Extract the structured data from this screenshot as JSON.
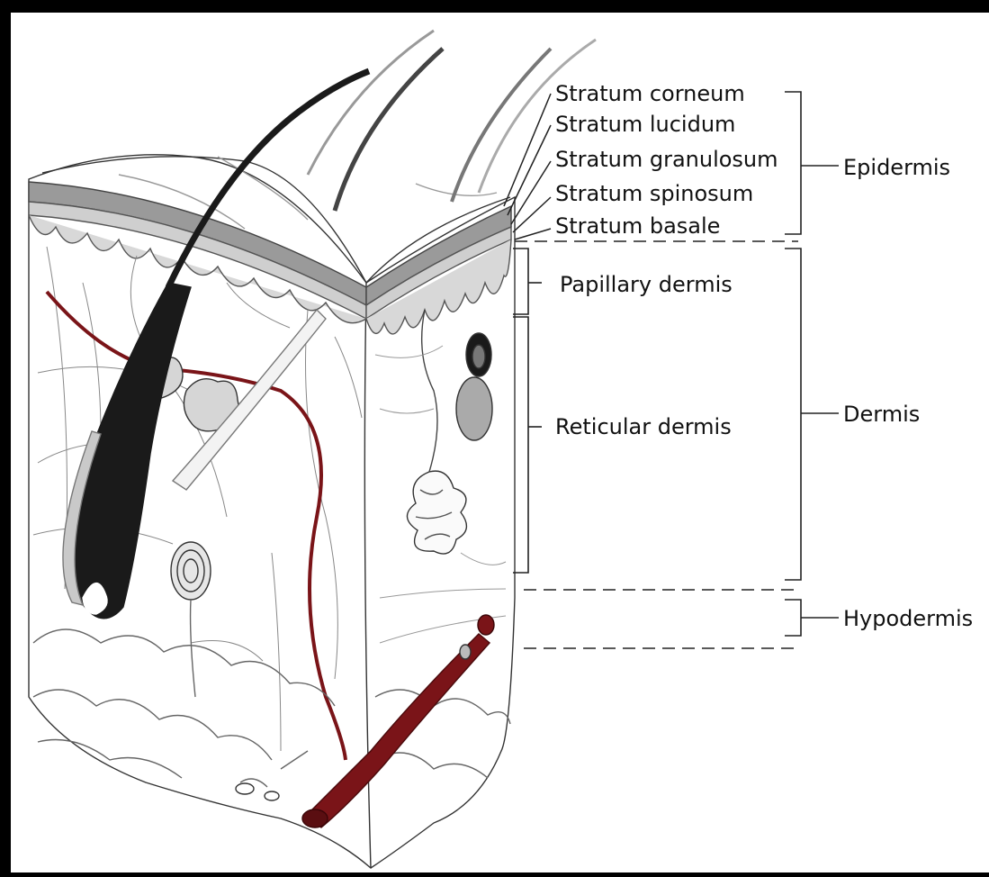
{
  "layer_labels": {
    "stratum_corneum": "Stratum corneum",
    "stratum_lucidum": "Stratum lucidum",
    "stratum_granulosum": "Stratum granulosum",
    "stratum_spinosum": "Stratum spinosum",
    "stratum_basale": "Stratum basale",
    "papillary_dermis": "Papillary dermis",
    "reticular_dermis": "Reticular dermis"
  },
  "group_labels": {
    "epidermis": "Epidermis",
    "dermis": "Dermis",
    "hypodermis": "Hypodermis"
  },
  "colors": {
    "vessel_red": "#7a1418",
    "hair_dark": "#1a1a1a",
    "epidermis_gray": "#b9b9b9",
    "line": "#222222"
  }
}
